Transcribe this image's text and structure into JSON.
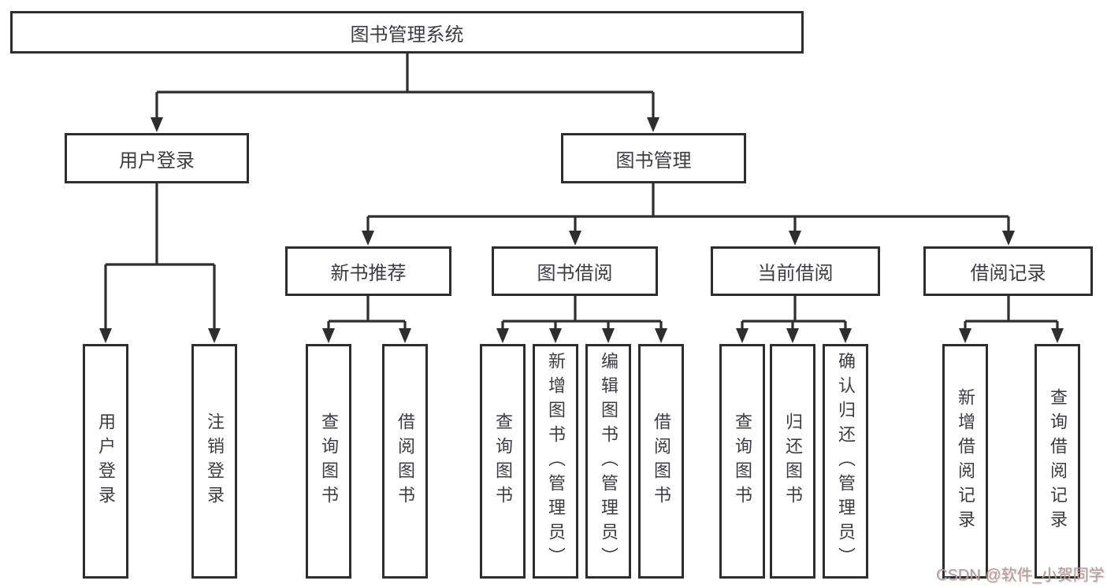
{
  "colors": {
    "line": "#2e2e2e",
    "box_border": "#2e2e2e",
    "box_fill": "#ffffff",
    "text": "#3c3c42",
    "background": "#ffffff",
    "watermark_text": "#a4a4a8"
  },
  "tree": {
    "label": "图书管理系统",
    "children": [
      {
        "label": "用户登录",
        "children": [
          {
            "label": "用户登录"
          },
          {
            "label": "注销登录"
          }
        ]
      },
      {
        "label": "图书管理",
        "children": [
          {
            "label": "新书推荐",
            "children": [
              {
                "label": "查询图书"
              },
              {
                "label": "借阅图书"
              }
            ]
          },
          {
            "label": "图书借阅",
            "children": [
              {
                "label": "查询图书"
              },
              {
                "label": "新增图书（管理员）"
              },
              {
                "label": "编辑图书（管理员）"
              },
              {
                "label": "借阅图书"
              }
            ]
          },
          {
            "label": "当前借阅",
            "children": [
              {
                "label": "查询图书"
              },
              {
                "label": "归还图书"
              },
              {
                "label": "确认归还（管理员）"
              }
            ]
          },
          {
            "label": "借阅记录",
            "children": [
              {
                "label": "新增借阅记录"
              },
              {
                "label": "查询借阅记录"
              }
            ]
          }
        ]
      }
    ]
  },
  "watermark": {
    "text": "CSDN @软件_小贺同学"
  }
}
